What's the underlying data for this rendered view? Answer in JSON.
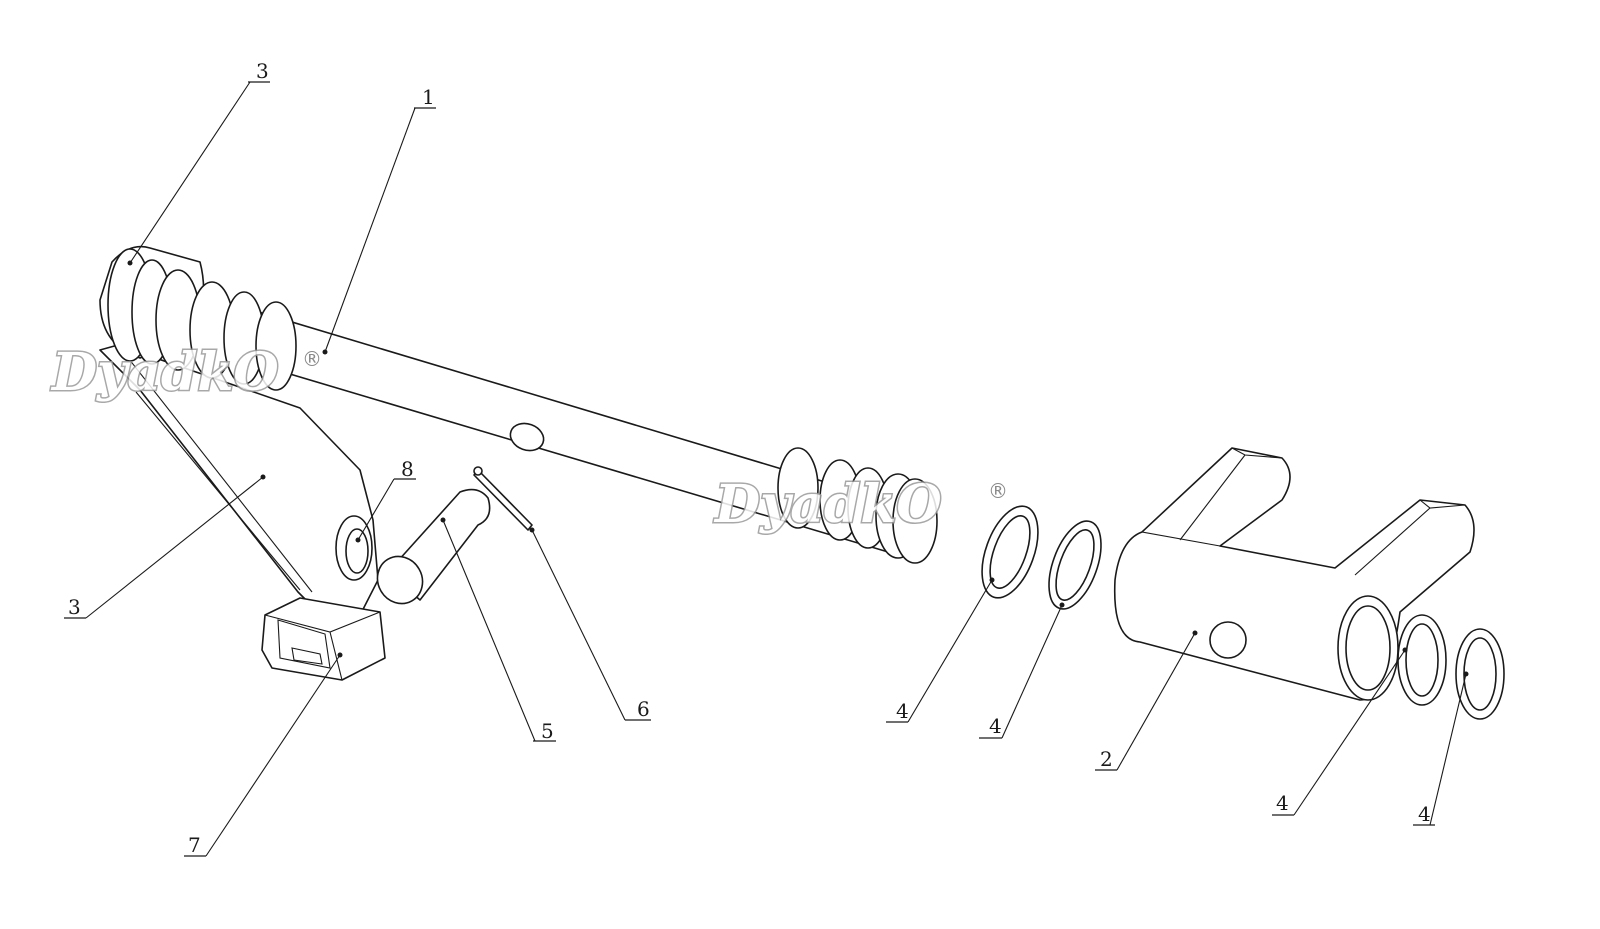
{
  "watermark": {
    "text": "DyadkO",
    "registered": "®"
  },
  "callouts": [
    {
      "id": "c3a",
      "label": "3"
    },
    {
      "id": "c1",
      "label": "1"
    },
    {
      "id": "c8",
      "label": "8"
    },
    {
      "id": "c3b",
      "label": "3"
    },
    {
      "id": "c5",
      "label": "5"
    },
    {
      "id": "c6",
      "label": "6"
    },
    {
      "id": "c7",
      "label": "7"
    },
    {
      "id": "c4a",
      "label": "4"
    },
    {
      "id": "c4b",
      "label": "4"
    },
    {
      "id": "c2",
      "label": "2"
    },
    {
      "id": "c4c",
      "label": "4"
    },
    {
      "id": "c4d",
      "label": "4"
    }
  ]
}
